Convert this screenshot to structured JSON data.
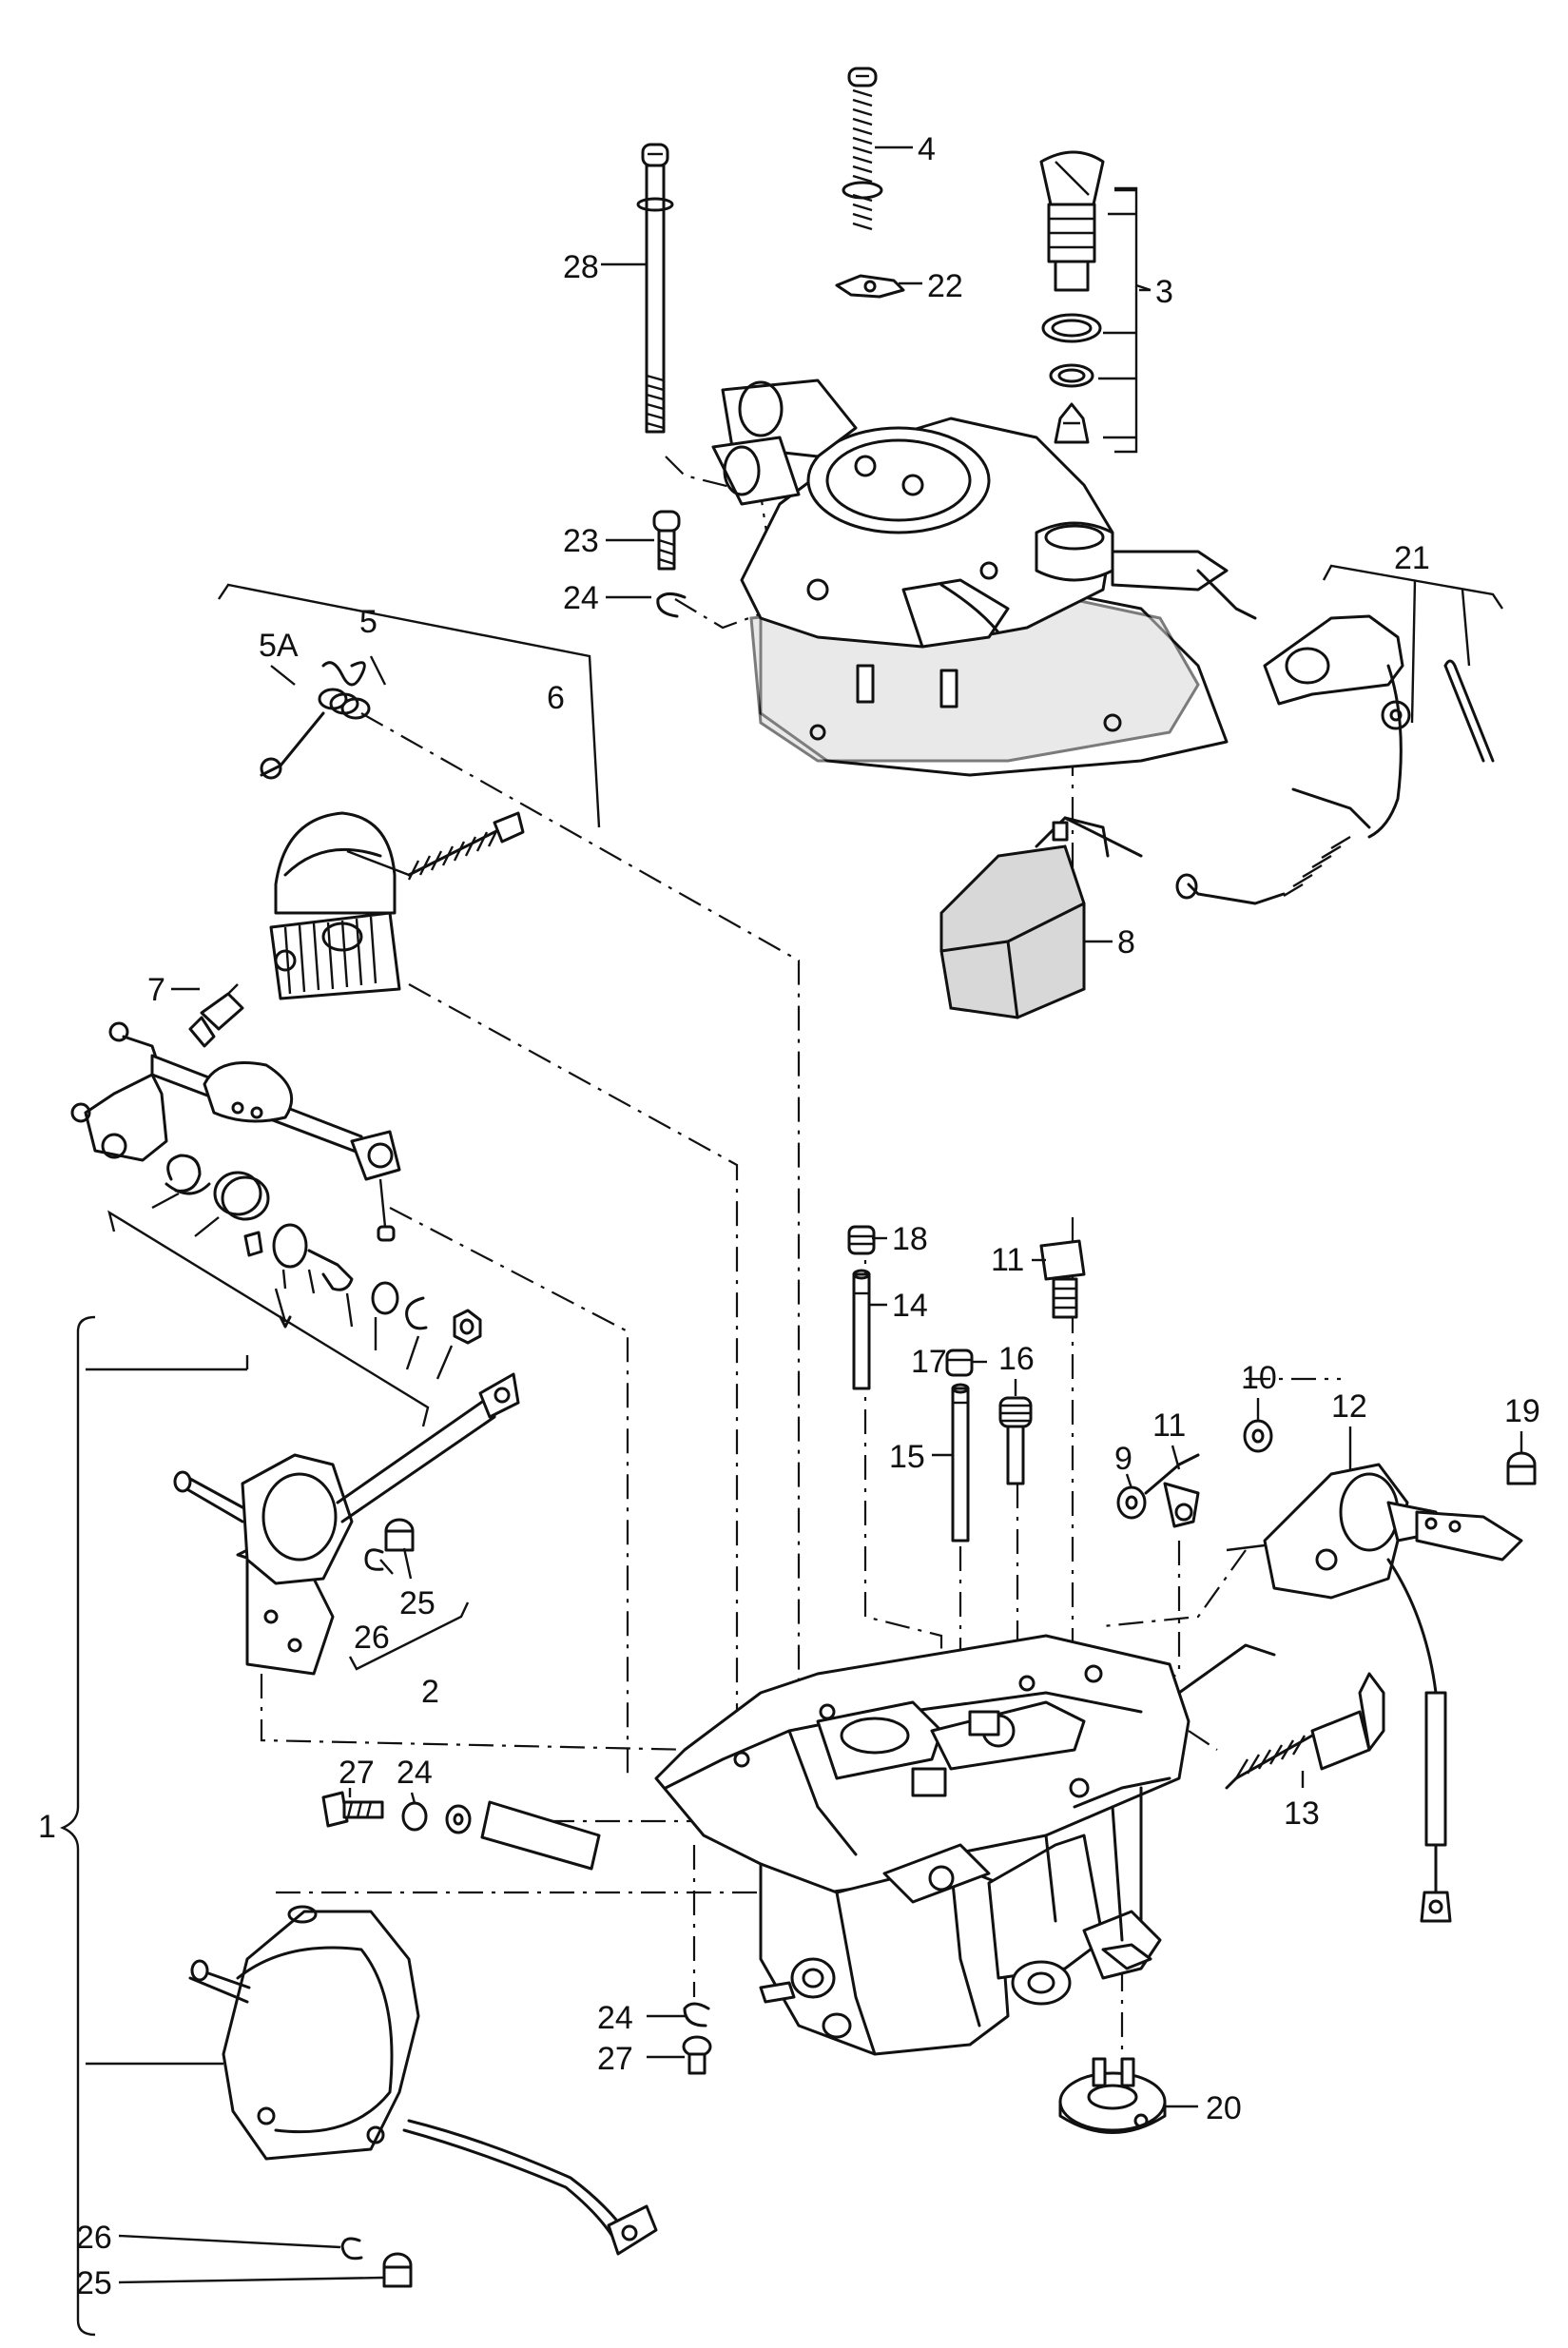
{
  "diagram": {
    "callouts": {
      "c1": "1",
      "c2": "2",
      "c3": "3",
      "c4": "4",
      "c5": "5",
      "c5a": "5A",
      "c6": "6",
      "c7": "7",
      "c8": "8",
      "c9": "9",
      "c10": "10",
      "c11a": "11",
      "c11b": "11",
      "c12": "12",
      "c13": "13",
      "c14": "14",
      "c15": "15",
      "c16": "16",
      "c17": "17",
      "c18": "18",
      "c19": "19",
      "c20": "20",
      "c21": "21",
      "c22": "22",
      "c23": "23",
      "c24a": "24",
      "c24b": "24",
      "c24c": "24",
      "c25a": "25",
      "c25b": "25",
      "c26a": "26",
      "c26b": "26",
      "c27a": "27",
      "c27b": "27",
      "c28": "28"
    }
  }
}
